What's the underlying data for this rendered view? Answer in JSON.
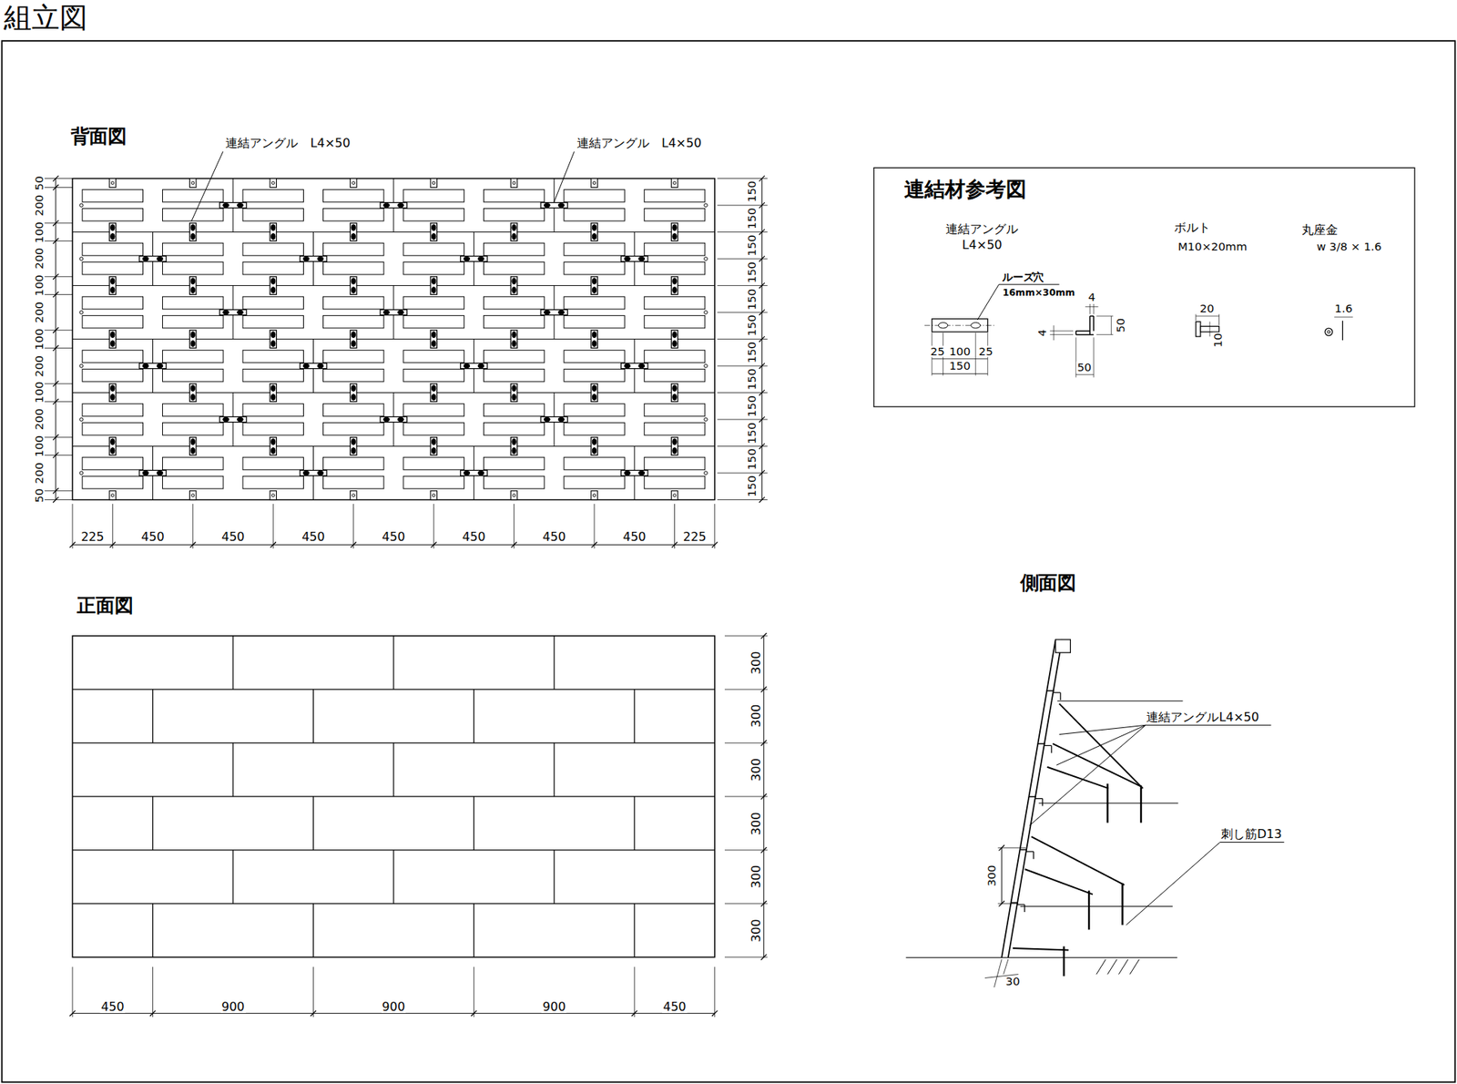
{
  "diagram": {
    "title": "組立図",
    "nodes": [
      {
        "text": [
          "連結材参考図"
        ]
      }
    ],
    "labels": [
      "背面図",
      "連結アングル　L4×50",
      "連結アングル　L4×50",
      "50",
      "200",
      "100",
      "200",
      "100",
      "200",
      "100",
      "200",
      "100",
      "200",
      "100",
      "200",
      "50",
      "150",
      "150",
      "150",
      "150",
      "150",
      "150",
      "150",
      "150",
      "150",
      "150",
      "150",
      "150",
      "225",
      "450",
      "450",
      "450",
      "450",
      "450",
      "450",
      "450",
      "225",
      "正面図",
      "300",
      "300",
      "300",
      "300",
      "300",
      "300",
      "450",
      "900",
      "900",
      "900",
      "450",
      "側面図",
      "連結アングルL4×50",
      "刺し筋D13",
      "300",
      "30",
      "連結アングル",
      "L4×50",
      "ボルト",
      "M10×20mm",
      "丸座金",
      "w 3/8 × 1.6",
      "ルーズ穴",
      "16mm×30mm",
      "4",
      "4",
      "50",
      "50",
      "25",
      "100",
      "25",
      "150",
      "20",
      "10",
      "1.6"
    ]
  }
}
